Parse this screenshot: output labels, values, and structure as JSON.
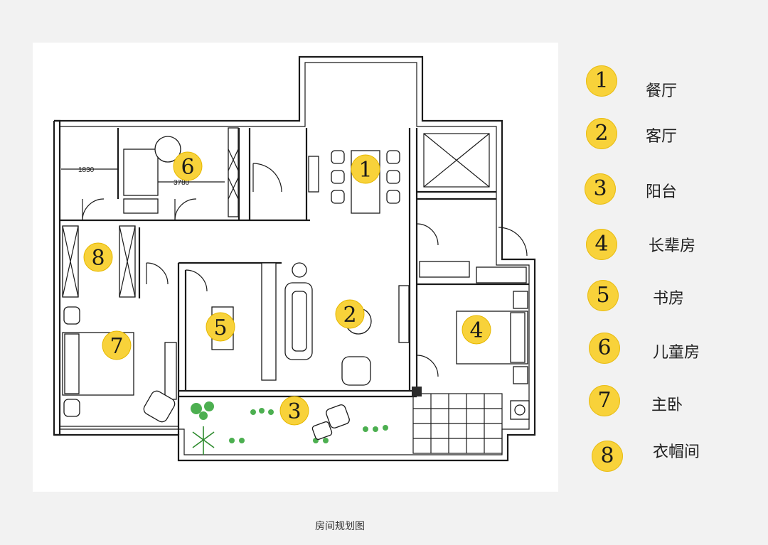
{
  "caption": "房间规划图",
  "dimensions": {
    "d1": "1830",
    "d2": "3780"
  },
  "marker_color": "#f8d23a",
  "legend": [
    {
      "number": "1",
      "label": "餐厅"
    },
    {
      "number": "2",
      "label": "客厅"
    },
    {
      "number": "3",
      "label": "阳台"
    },
    {
      "number": "4",
      "label": "长辈房"
    },
    {
      "number": "5",
      "label": "书房"
    },
    {
      "number": "6",
      "label": "儿童房"
    },
    {
      "number": "7",
      "label": "主卧"
    },
    {
      "number": "8",
      "label": "衣帽间"
    }
  ],
  "plan_markers": [
    "1",
    "2",
    "3",
    "4",
    "5",
    "6",
    "7",
    "8"
  ]
}
